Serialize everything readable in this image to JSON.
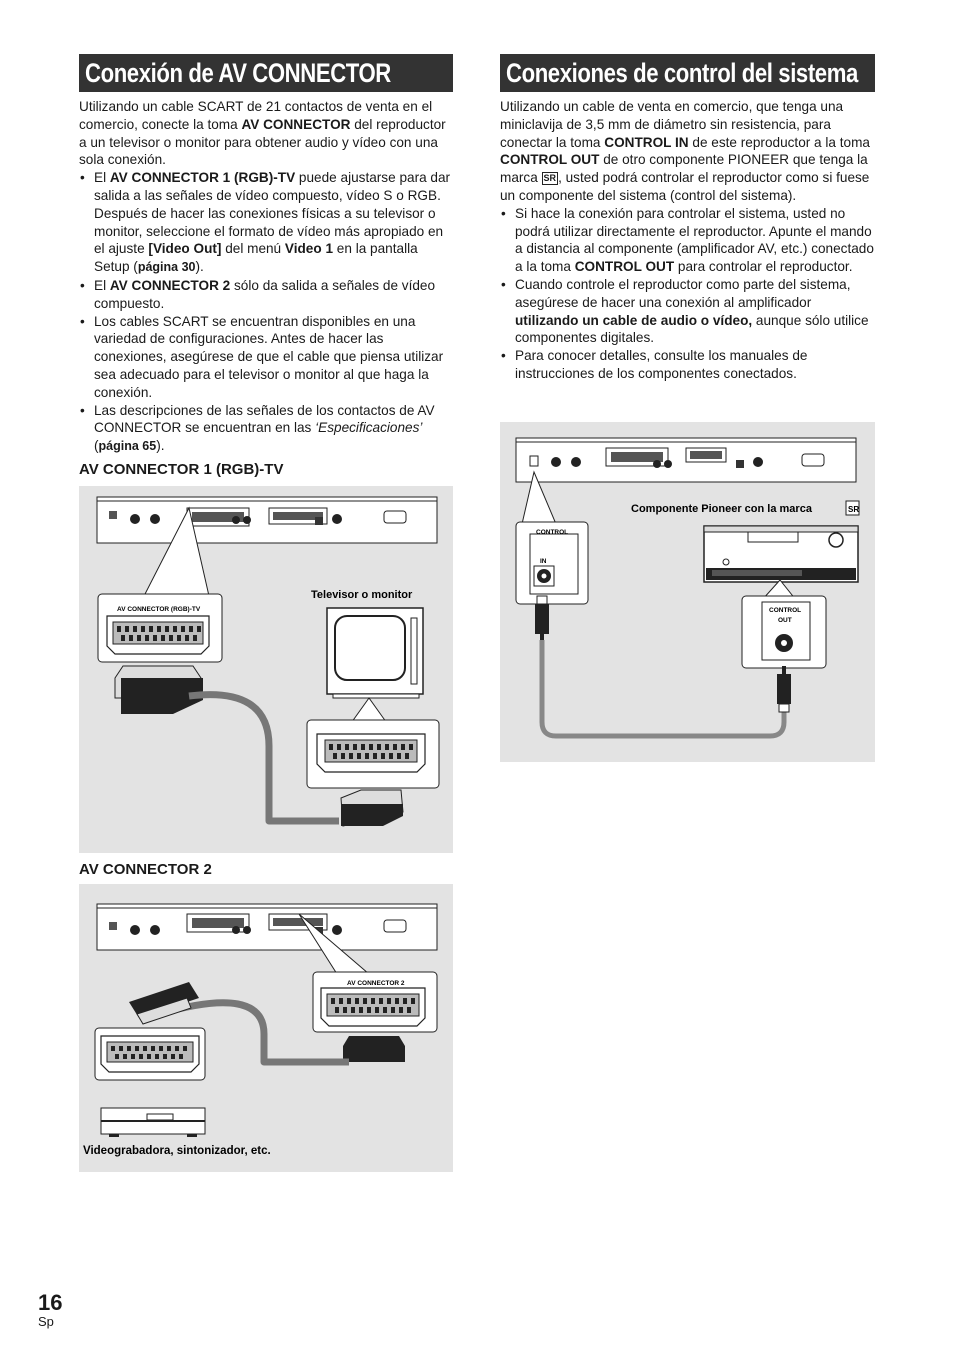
{
  "left": {
    "title": "Conexión de AV CONNECTOR",
    "intro": [
      "Utilizando un cable SCART de 21 contactos de venta en el comercio, conecte la toma ",
      "AV CONNECTOR",
      " del reproductor a un televisor o monitor para obtener audio y vídeo con una sola conexión."
    ],
    "bullet1": [
      "El ",
      "AV CONNECTOR 1 (RGB)-TV",
      " puede ajustarse para dar salida a las señales de vídeo compuesto, vídeo S o RGB. Después de hacer las conexiones físicas a su televisor o monitor, seleccione el formato de vídeo más apropiado en el ajuste ",
      "[Video Out]",
      " del menú ",
      "Video 1",
      " en la pantalla Setup (",
      "página 30",
      ")."
    ],
    "bullet2": [
      "El ",
      "AV CONNECTOR 2",
      " sólo da salida a señales de vídeo compuesto."
    ],
    "bullet3": "Los cables SCART se encuentran disponibles en una variedad de configuraciones. Antes de hacer las conexiones, asegúrese de que el cable que piensa utilizar sea adecuado para el televisor o monitor al que haga la conexión.",
    "bullet4": [
      "Las descripciones de las señales de los contactos de AV CONNECTOR se encuentran en las ",
      "‘Especificaciones’",
      " (",
      "página 65",
      ")."
    ],
    "fig1_heading": "AV CONNECTOR 1 (RGB)-TV",
    "fig1_connector_label": "AV CONNECTOR  (RGB)-TV",
    "fig1_tv_label": "Televisor o monitor",
    "fig2_heading": "AV CONNECTOR 2",
    "fig2_connector_label": "AV CONNECTOR 2",
    "fig2_device_label": "Videograbadora, sintonizador, etc."
  },
  "right": {
    "title": "Conexiones de control del sistema",
    "intro": [
      "Utilizando un cable de venta en comercio, que tenga una miniclavija de 3,5 mm de diámetro sin resistencia, para conectar la toma ",
      "CONTROL IN",
      " de este reproductor a la toma ",
      "CONTROL OUT",
      " de otro componente PIONEER que tenga la marca ",
      ", usted podrá controlar el reproductor como si fuese un componente del sistema (control del sistema)."
    ],
    "sr_mark": "SR",
    "bullet1": [
      "Si hace la conexión para controlar el sistema, usted no podrá utilizar directamente el reproductor. Apunte el mando a distancia al componente (amplificador AV, etc.) conectado a la toma ",
      "CONTROL OUT",
      " para controlar el reproductor."
    ],
    "bullet2": [
      "Cuando controle el reproductor como parte del sistema, asegúrese de hacer una conexión al amplificador ",
      "utilizando un cable de audio o vídeo,",
      " aunque sólo utilice componentes digitales."
    ],
    "bullet3": "Para conocer detalles, consulte los manuales de instrucciones de los componentes conectados.",
    "fig_component_label": "Componente Pioneer con la marca",
    "fig_control_label": "CONTROL",
    "fig_in_label": "IN",
    "fig_control_out_label": "CONTROL",
    "fig_out_label": "OUT"
  },
  "footer": {
    "page_number": "16",
    "language": "Sp"
  }
}
